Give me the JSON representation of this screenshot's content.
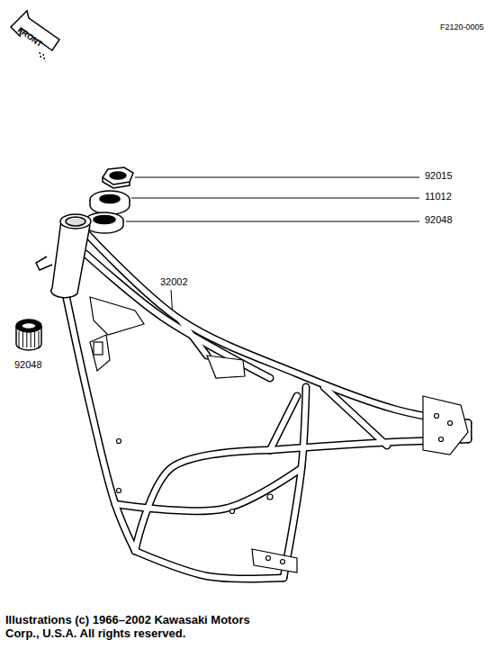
{
  "diagram": {
    "labels": [
      "FRONT",
      "F2120-0005",
      "92015",
      "11012",
      "92048",
      "32002",
      "92048",
      "Illustrations (c) 1966–2002 Kawasaki Motors Corp., U.S.A.  All rights reserved."
    ]
  }
}
